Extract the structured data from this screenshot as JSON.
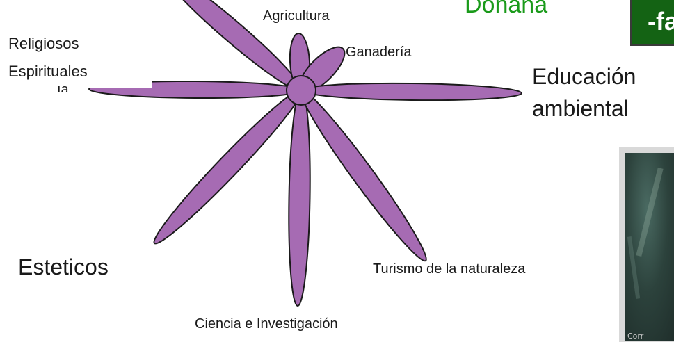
{
  "diagram": {
    "petal_color": "#a66bb3",
    "petal_stroke": "#1a1a1a",
    "labels": {
      "agricultura": "Agricultura",
      "ganaderia": "Ganadería",
      "religiosos": "Religiosos",
      "espirituales": "Espirituales",
      "cut_fragment": "ıa",
      "educacion": "Educación",
      "ambiental": "ambiental",
      "esteticos": "Esteticos",
      "turismo": "Turismo de la naturaleza",
      "ciencia": "Ciencia  e Investigación"
    }
  },
  "header": {
    "title": "Doñana",
    "badge_text": "-fa",
    "title_color": "#1a9a1a",
    "badge_color": "#146314"
  },
  "photo": {
    "credit": "Corr"
  }
}
